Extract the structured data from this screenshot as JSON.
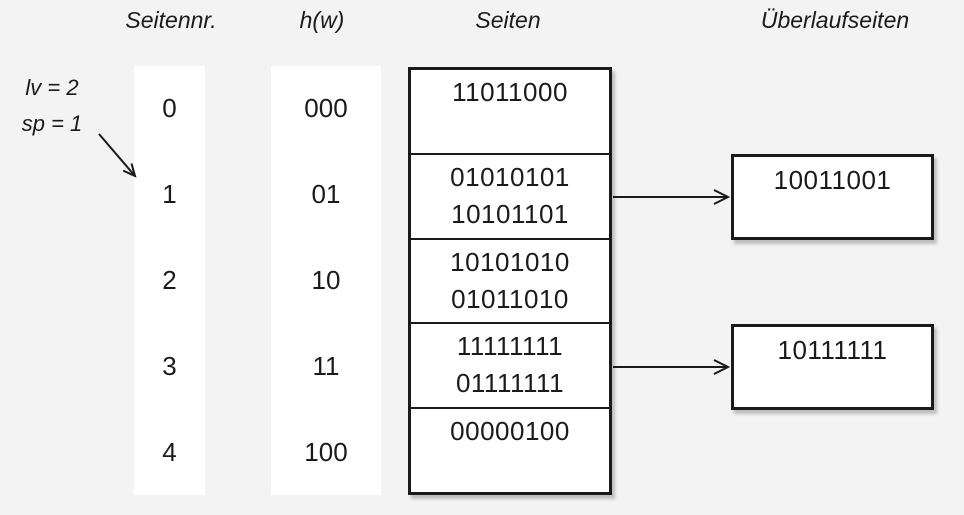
{
  "colors": {
    "bg": "#f3f3f3",
    "ink": "#1a1a1a",
    "panel": "#ffffff"
  },
  "headers": {
    "seitennr": "Seitennr.",
    "hw": "h(w)",
    "seiten": "Seiten",
    "ueberlauf": "Überlaufseiten"
  },
  "annotation": {
    "line1": "lv = 2",
    "line2": "sp = 1"
  },
  "seitennr_values": [
    "0",
    "1",
    "2",
    "3",
    "4"
  ],
  "hw_values": [
    "000",
    "01",
    "10",
    "11",
    "100"
  ],
  "seiten_cells": [
    [
      "11011000"
    ],
    [
      "01010101",
      "10101101"
    ],
    [
      "10101010",
      "01011010"
    ],
    [
      "11111111",
      "01111111"
    ],
    [
      "00000100"
    ]
  ],
  "overflow_boxes": [
    {
      "value": "10011001",
      "linked_row": "1"
    },
    {
      "value": "10111111",
      "linked_row": "3"
    }
  ]
}
